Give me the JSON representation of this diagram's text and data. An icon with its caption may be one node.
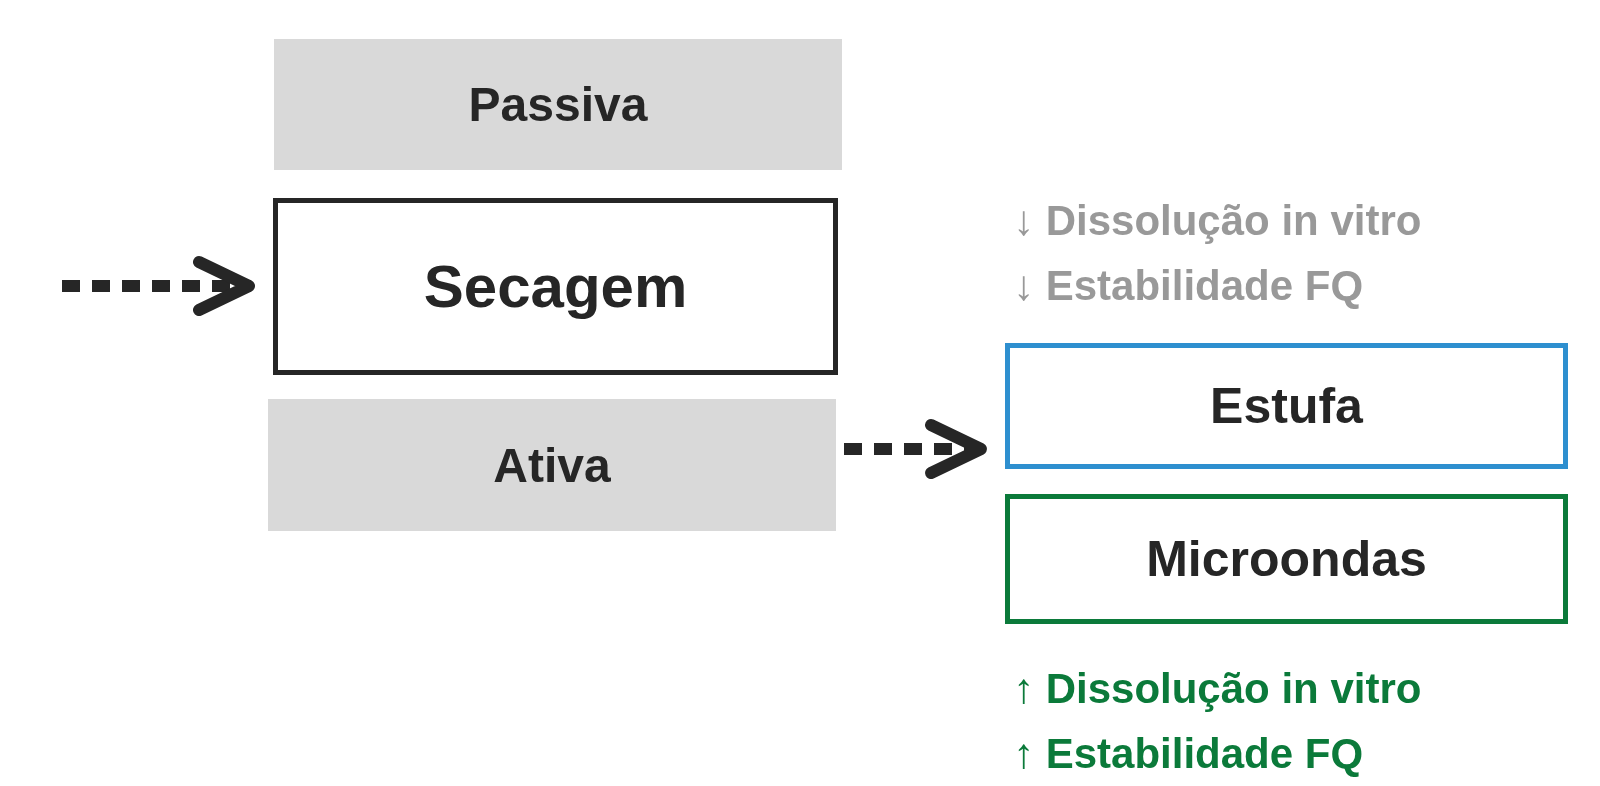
{
  "diagram": {
    "nodes": [
      {
        "text": [
          "Passiva"
        ]
      },
      {
        "text": [
          "Secagem"
        ]
      },
      {
        "text": [
          "Ativa"
        ]
      },
      {
        "text": [
          "Estufa"
        ],
        "beside": [
          "↓ Dissolução in vitro",
          "↓ Estabilidade FQ"
        ]
      },
      {
        "text": [
          "Microondas"
        ],
        "beside": [
          "↑ Dissolução in vitro",
          "↑ Estabilidade FQ"
        ]
      }
    ],
    "edges": [
      {
        "from": null,
        "to": 1,
        "arrow": "to",
        "style": "dashed"
      },
      {
        "from": 2,
        "to": 3,
        "arrow": "to",
        "style": "dashed"
      }
    ]
  }
}
